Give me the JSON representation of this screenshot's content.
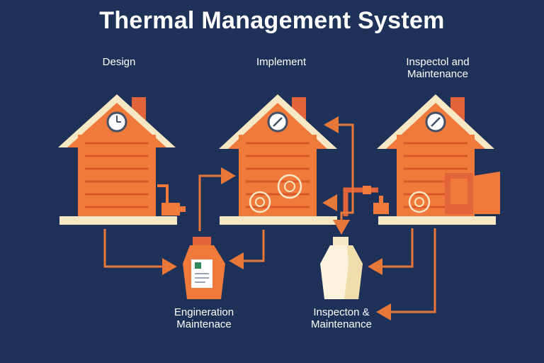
{
  "title": "Thermal Management System",
  "stages": {
    "design": "Design",
    "implement": "Implement",
    "inspect_line1": "Inspectol and",
    "inspect_line2": "Maintenance"
  },
  "bottom": {
    "engineering_line1": "Engineration",
    "engineering_line2": "Maintenace",
    "inspection_line1": "Inspecton &",
    "inspection_line2": "Maintenance"
  },
  "colors": {
    "background": "#1e3158",
    "house": "#f07a3c",
    "roof": "#f6e8c4",
    "arrow": "#e8773a"
  },
  "icons": [
    "clock-icon",
    "gear-icon",
    "document-icon"
  ]
}
